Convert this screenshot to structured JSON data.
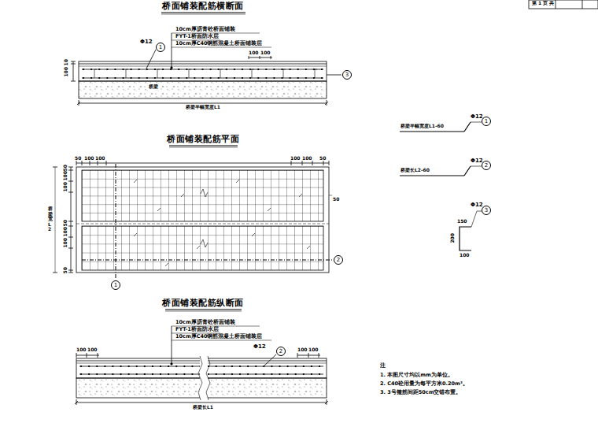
{
  "diagram": {
    "nodes": [
      {
        "text": [
          "1"
        ]
      },
      {
        "text": [
          "3"
        ]
      },
      {
        "text": [
          "2"
        ]
      },
      {
        "text": [
          "1"
        ]
      },
      {
        "text": [
          "2"
        ]
      },
      {
        "text": [
          "1"
        ]
      },
      {
        "text": [
          "2"
        ]
      },
      {
        "text": [
          "3"
        ]
      }
    ],
    "labels": [
      "桥面铺装配筋横断面",
      "10cm厚沥青砼桥面铺装",
      "FYT-1桥面防水层",
      "10cm厚C40钢筋混凝土桥面铺装层",
      "Φ12",
      "100",
      "100",
      "10",
      "100",
      "桥梁",
      "桥梁半幅宽度L1",
      "桥面铺装配筋平面",
      "50",
      "100",
      "100",
      "100",
      "100",
      "50",
      "50",
      "100",
      "100",
      "50",
      "100",
      "100",
      "50",
      "桥梁宽L2",
      "50",
      "桥面铺装配筋纵断面",
      "10cm厚沥青砼桥面铺装",
      "FYT-1桥面防水层",
      "10cm厚C40钢筋混凝土桥面铺装层",
      "Φ12",
      "100",
      "100",
      "100",
      "100",
      "桥梁长L1",
      "桥梁半幅宽度L1-60",
      "Φ12",
      "桥梁长L2-60",
      "Φ12",
      "Φ12",
      "150",
      "200",
      "100",
      "注",
      "1. 本图尺寸均以mm为单位。",
      "2. C40砼用量为每平方米0.20m³。",
      "3. 3号箍筋间距50cm交错布置。",
      "第 1 页 共"
    ]
  }
}
